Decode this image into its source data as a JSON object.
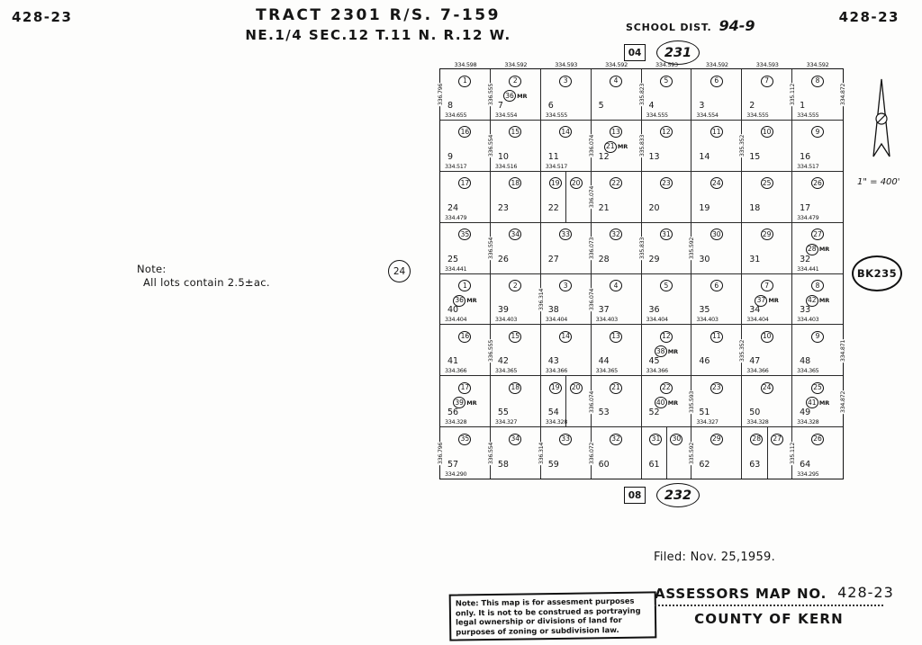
{
  "page": {
    "sheet_no_left": "428-23",
    "sheet_no_right": "428-23",
    "title_line1": "TRACT 2301 R/S. 7-159",
    "title_line2": "NE.1/4 SEC.12 T.11 N. R.12 W.",
    "school_dist_label": "SCHOOL DIST.",
    "school_dist_value": "94-9",
    "ref_top_box": "04",
    "ref_top_ellipse": "231",
    "ref_bottom_box": "08",
    "ref_bottom_ellipse": "232",
    "ref_left_circle": "24",
    "ref_right_circle": "BK235",
    "note_label": "Note:",
    "note_text": "All lots contain 2.5±ac.",
    "scale": "1\" = 400'",
    "filed_text": "Filed: Nov. 25,1959.",
    "stamp_lines": [
      "Note: This map is for assesment purposes",
      "only. It is not to be construed as portraying",
      "legal ownership or divisions of land for",
      "purposes of zoning or subdivision law."
    ],
    "assessors_label": "ASSESSORS MAP NO.",
    "assessors_no": "428-23",
    "county": "COUNTY OF KERN"
  },
  "grid": {
    "top_dims": [
      "334.598",
      "334.592",
      "334.593",
      "334.592",
      "334.593",
      "334.592",
      "334.593",
      "334.592"
    ],
    "rows": [
      {
        "cells": [
          {
            "circles": [
              "1"
            ],
            "lot": "8",
            "dim": "334.655"
          },
          {
            "circles": [
              "2",
              "36 MR"
            ],
            "lot": "7",
            "dim": "334.554"
          },
          {
            "circles": [
              "3"
            ],
            "lot": "6",
            "dim": "334.555"
          },
          {
            "circles": [
              "4"
            ],
            "lot": "5",
            "dim": ""
          },
          {
            "circles": [
              "5"
            ],
            "lot": "4",
            "dim": "334.555"
          },
          {
            "circles": [
              "6"
            ],
            "lot": "3",
            "dim": "334.554"
          },
          {
            "circles": [
              "7"
            ],
            "lot": "2",
            "dim": "334.555"
          },
          {
            "circles": [
              "8"
            ],
            "lot": "1",
            "dim": "334.555"
          }
        ]
      },
      {
        "cells": [
          {
            "circles": [
              "16"
            ],
            "lot": "9",
            "dim": "334.517"
          },
          {
            "circles": [
              "15"
            ],
            "lot": "10",
            "dim": "334.516"
          },
          {
            "circles": [
              "14"
            ],
            "lot": "11",
            "dim": "334.517"
          },
          {
            "circles": [
              "13",
              "21 MR"
            ],
            "lot": "12",
            "dim": ""
          },
          {
            "circles": [
              "12"
            ],
            "lot": "13",
            "dim": ""
          },
          {
            "circles": [
              "11"
            ],
            "lot": "14",
            "dim": ""
          },
          {
            "circles": [
              "10"
            ],
            "lot": "15",
            "dim": ""
          },
          {
            "circles": [
              "9"
            ],
            "lot": "16",
            "dim": "334.517"
          }
        ]
      },
      {
        "cells": [
          {
            "circles": [
              "17"
            ],
            "lot": "24",
            "dim": "334.479"
          },
          {
            "circles": [
              "18"
            ],
            "lot": "23",
            "dim": ""
          },
          {
            "circles": [
              "19",
              "20"
            ],
            "split": true,
            "lot": "22",
            "dim": ""
          },
          {
            "circles": [
              "22"
            ],
            "lot": "21",
            "dim": ""
          },
          {
            "circles": [
              "23"
            ],
            "lot": "20",
            "dim": ""
          },
          {
            "circles": [
              "24"
            ],
            "lot": "19",
            "dim": ""
          },
          {
            "circles": [
              "25"
            ],
            "lot": "18",
            "dim": ""
          },
          {
            "circles": [
              "26"
            ],
            "lot": "17",
            "dim": "334.479"
          }
        ]
      },
      {
        "cells": [
          {
            "circles": [
              "35"
            ],
            "lot": "25",
            "dim": "334.441"
          },
          {
            "circles": [
              "34"
            ],
            "lot": "26",
            "dim": ""
          },
          {
            "circles": [
              "33"
            ],
            "lot": "27",
            "dim": ""
          },
          {
            "circles": [
              "32"
            ],
            "lot": "28",
            "dim": ""
          },
          {
            "circles": [
              "31"
            ],
            "lot": "29",
            "dim": ""
          },
          {
            "circles": [
              "30"
            ],
            "lot": "30",
            "dim": ""
          },
          {
            "circles": [
              "29"
            ],
            "lot": "31",
            "dim": ""
          },
          {
            "circles": [
              "27",
              "28 MR"
            ],
            "lot": "32",
            "dim": "334.441"
          }
        ]
      },
      {
        "cells": [
          {
            "circles": [
              "1",
              "36 MR"
            ],
            "lot": "40",
            "dim": "334.404"
          },
          {
            "circles": [
              "2"
            ],
            "lot": "39",
            "dim": "334.403"
          },
          {
            "circles": [
              "3"
            ],
            "lot": "38",
            "dim": "334.404"
          },
          {
            "circles": [
              "4"
            ],
            "lot": "37",
            "dim": "334.403"
          },
          {
            "circles": [
              "5"
            ],
            "lot": "36",
            "dim": "334.404"
          },
          {
            "circles": [
              "6"
            ],
            "lot": "35",
            "dim": "334.403"
          },
          {
            "circles": [
              "7",
              "37 MR"
            ],
            "lot": "34",
            "dim": "334.404"
          },
          {
            "circles": [
              "8",
              "42 MR"
            ],
            "lot": "33",
            "dim": "334.403"
          }
        ]
      },
      {
        "cells": [
          {
            "circles": [
              "16"
            ],
            "lot": "41",
            "dim": "334.366"
          },
          {
            "circles": [
              "15"
            ],
            "lot": "42",
            "dim": "334.365"
          },
          {
            "circles": [
              "14"
            ],
            "lot": "43",
            "dim": "334.366"
          },
          {
            "circles": [
              "13"
            ],
            "lot": "44",
            "dim": "334.365"
          },
          {
            "circles": [
              "12",
              "38 MR"
            ],
            "lot": "45",
            "dim": "334.366"
          },
          {
            "circles": [
              "11"
            ],
            "lot": "46",
            "dim": ""
          },
          {
            "circles": [
              "10"
            ],
            "lot": "47",
            "dim": "334.366"
          },
          {
            "circles": [
              "9"
            ],
            "lot": "48",
            "dim": "334.365"
          }
        ]
      },
      {
        "cells": [
          {
            "circles": [
              "17",
              "39 MR"
            ],
            "lot": "56",
            "dim": "334.328"
          },
          {
            "circles": [
              "18"
            ],
            "lot": "55",
            "dim": "334.327"
          },
          {
            "circles": [
              "19",
              "20"
            ],
            "split": true,
            "lot": "54",
            "dim": "334.328"
          },
          {
            "circles": [
              "21"
            ],
            "lot": "53",
            "dim": ""
          },
          {
            "circles": [
              "22",
              "40 MR"
            ],
            "lot": "52",
            "dim": ""
          },
          {
            "circles": [
              "23"
            ],
            "lot": "51",
            "dim": "334.327"
          },
          {
            "circles": [
              "24"
            ],
            "lot": "50",
            "dim": "334.328"
          },
          {
            "circles": [
              "25",
              "41 MR"
            ],
            "lot": "49",
            "dim": "334.328"
          }
        ]
      },
      {
        "cells": [
          {
            "circles": [
              "35"
            ],
            "lot": "57",
            "dim": "334.290"
          },
          {
            "circles": [
              "34"
            ],
            "lot": "58",
            "dim": ""
          },
          {
            "circles": [
              "33"
            ],
            "lot": "59",
            "dim": ""
          },
          {
            "circles": [
              "32"
            ],
            "lot": "60",
            "dim": ""
          },
          {
            "circles": [
              "31",
              "30"
            ],
            "split": true,
            "lot": "61",
            "dim": ""
          },
          {
            "circles": [
              "29"
            ],
            "lot": "62",
            "dim": ""
          },
          {
            "circles": [
              "28",
              "27"
            ],
            "split": true,
            "lot": "63",
            "dim": ""
          },
          {
            "circles": [
              "26"
            ],
            "lot": "64",
            "dim": "334.295"
          }
        ]
      }
    ],
    "col_dims": [
      {
        "b": 0,
        "row": 1,
        "v": "336.796"
      },
      {
        "b": 0,
        "row": 8,
        "v": "336.796"
      },
      {
        "b": 1,
        "row": 1,
        "v": "336.555"
      },
      {
        "b": 1,
        "row": 2,
        "v": "336.554"
      },
      {
        "b": 1,
        "row": 4,
        "v": "336.554"
      },
      {
        "b": 1,
        "row": 6,
        "v": "336.555"
      },
      {
        "b": 1,
        "row": 8,
        "v": "336.554"
      },
      {
        "b": 2,
        "row": 5,
        "v": "336.314"
      },
      {
        "b": 2,
        "row": 8,
        "v": "336.314"
      },
      {
        "b": 3,
        "row": 2,
        "v": "336.074"
      },
      {
        "b": 3,
        "row": 3,
        "v": "336.074"
      },
      {
        "b": 3,
        "row": 4,
        "v": "336.073"
      },
      {
        "b": 3,
        "row": 5,
        "v": "336.074"
      },
      {
        "b": 3,
        "row": 7,
        "v": "336.074"
      },
      {
        "b": 3,
        "row": 8,
        "v": "336.072"
      },
      {
        "b": 4,
        "row": 1,
        "v": "335.823"
      },
      {
        "b": 4,
        "row": 2,
        "v": "335.833"
      },
      {
        "b": 4,
        "row": 4,
        "v": "335.833"
      },
      {
        "b": 5,
        "row": 4,
        "v": "335.592"
      },
      {
        "b": 5,
        "row": 7,
        "v": "335.593"
      },
      {
        "b": 5,
        "row": 8,
        "v": "335.592"
      },
      {
        "b": 6,
        "row": 2,
        "v": "335.352"
      },
      {
        "b": 6,
        "row": 6,
        "v": "335.352"
      },
      {
        "b": 7,
        "row": 1,
        "v": "335.112"
      },
      {
        "b": 7,
        "row": 8,
        "v": "335.112"
      },
      {
        "b": 8,
        "row": 1,
        "v": "334.872"
      },
      {
        "b": 8,
        "row": 6,
        "v": "334.871"
      },
      {
        "b": 8,
        "row": 7,
        "v": "334.872"
      }
    ]
  }
}
